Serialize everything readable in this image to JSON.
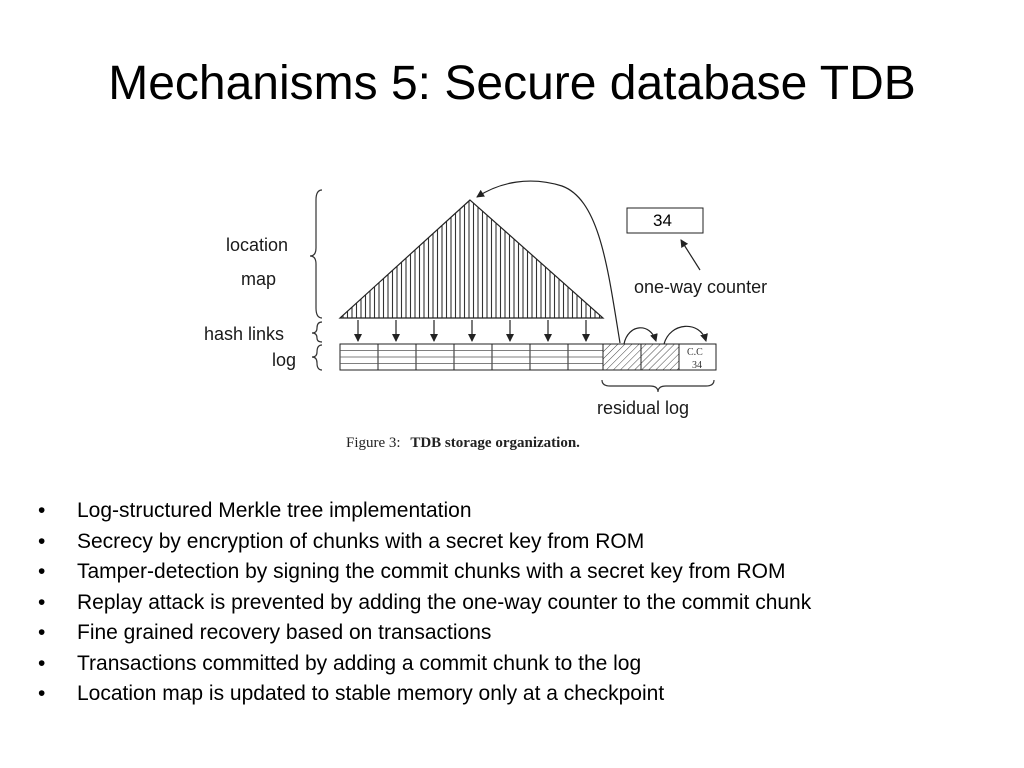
{
  "slide": {
    "title": "Mechanisms 5: Secure database TDB"
  },
  "diagram": {
    "labels": {
      "location": "location",
      "map": "map",
      "hash_links": "hash links",
      "log": "log",
      "counter_value": "34",
      "one_way_counter": "one-way counter",
      "residual_log": "residual log",
      "commit_chunk_line1": "C.C",
      "commit_chunk_line2": "34"
    },
    "caption": {
      "prefix": "Figure 3:",
      "text": "TDB storage organization."
    }
  },
  "bullets": {
    "marker": "•",
    "items": [
      "Log-structured Merkle tree implementation",
      "Secrecy by encryption of chunks with a secret key from ROM",
      "Tamper-detection by signing the commit chunks with a secret key from ROM",
      "Replay attack is prevented by adding the one-way counter to the commit chunk",
      "Fine grained recovery based on transactions",
      "Transactions committed by adding a commit chunk to the log",
      "Location map is updated to stable memory only at a checkpoint"
    ]
  }
}
